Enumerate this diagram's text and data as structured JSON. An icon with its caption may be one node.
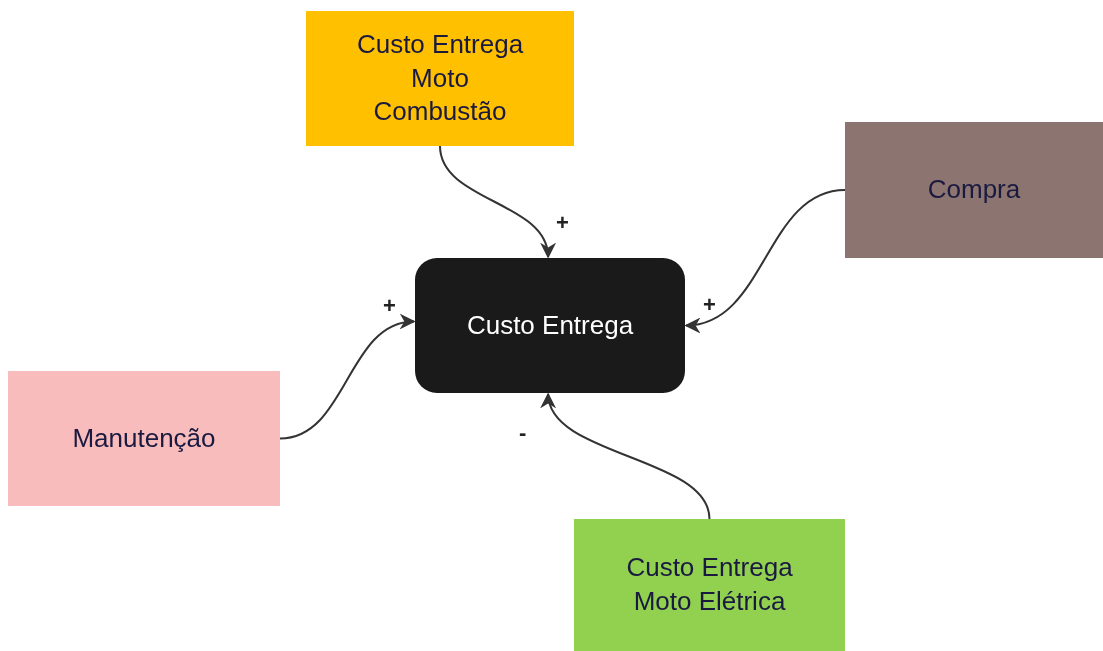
{
  "diagram": {
    "nodes": [
      {
        "text": [
          "Custo Entrega Moto Combustão"
        ]
      },
      {
        "text": [
          "Compra"
        ]
      },
      {
        "text": [
          "Custo Entrega"
        ]
      },
      {
        "text": [
          "Manutenção"
        ]
      },
      {
        "text": [
          "Custo Entrega Moto Elétrica"
        ]
      }
    ],
    "edges": [
      {
        "from": 0,
        "to": 2,
        "arrow": "to",
        "label": "+"
      },
      {
        "from": 1,
        "to": 2,
        "arrow": "to",
        "label": "+"
      },
      {
        "from": 3,
        "to": 2,
        "arrow": "to",
        "label": "+"
      },
      {
        "from": 4,
        "to": 2,
        "arrow": "to",
        "label": "-"
      }
    ]
  }
}
